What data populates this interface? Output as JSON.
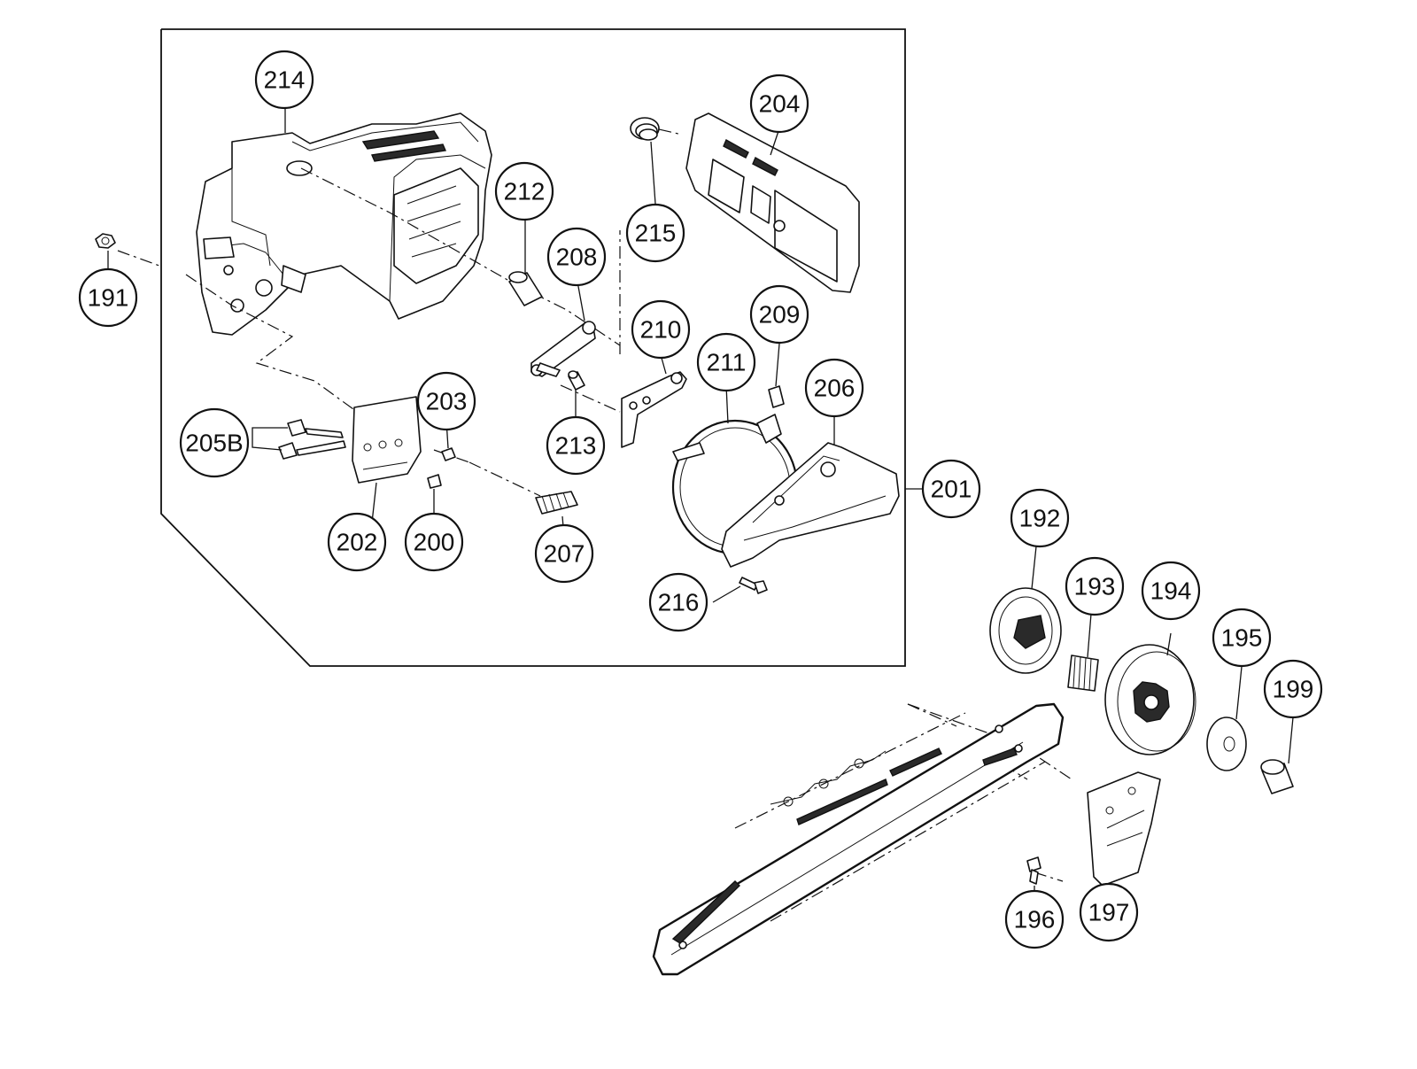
{
  "callouts": [
    {
      "id": "214",
      "label": "214"
    },
    {
      "id": "212",
      "label": "212"
    },
    {
      "id": "208",
      "label": "208"
    },
    {
      "id": "215",
      "label": "215"
    },
    {
      "id": "204",
      "label": "204"
    },
    {
      "id": "191",
      "label": "191"
    },
    {
      "id": "210",
      "label": "210"
    },
    {
      "id": "211",
      "label": "211"
    },
    {
      "id": "209",
      "label": "209"
    },
    {
      "id": "206",
      "label": "206"
    },
    {
      "id": "203",
      "label": "203"
    },
    {
      "id": "213",
      "label": "213"
    },
    {
      "id": "205B",
      "label": "205B"
    },
    {
      "id": "201",
      "label": "201"
    },
    {
      "id": "202",
      "label": "202"
    },
    {
      "id": "200",
      "label": "200"
    },
    {
      "id": "207",
      "label": "207"
    },
    {
      "id": "216",
      "label": "216"
    },
    {
      "id": "192",
      "label": "192"
    },
    {
      "id": "193",
      "label": "193"
    },
    {
      "id": "194",
      "label": "194"
    },
    {
      "id": "195",
      "label": "195"
    },
    {
      "id": "199",
      "label": "199"
    },
    {
      "id": "196",
      "label": "196"
    },
    {
      "id": "197",
      "label": "197"
    }
  ]
}
